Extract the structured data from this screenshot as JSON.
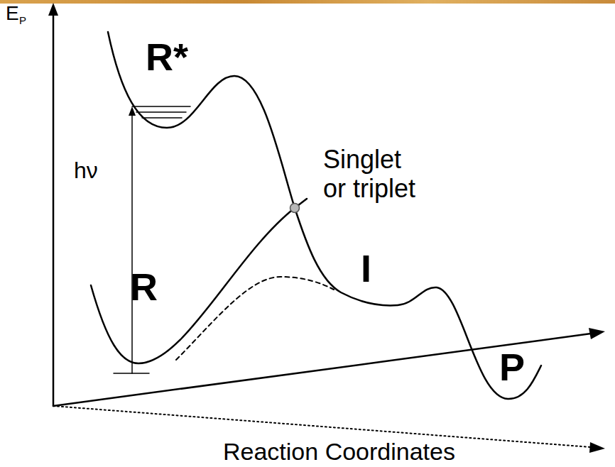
{
  "diagram": {
    "labels": [
      "E",
      "P",
      "R*",
      "hν",
      "Singlet or triplet",
      "R",
      "I",
      "P",
      "Reaction Coordinates"
    ]
  }
}
